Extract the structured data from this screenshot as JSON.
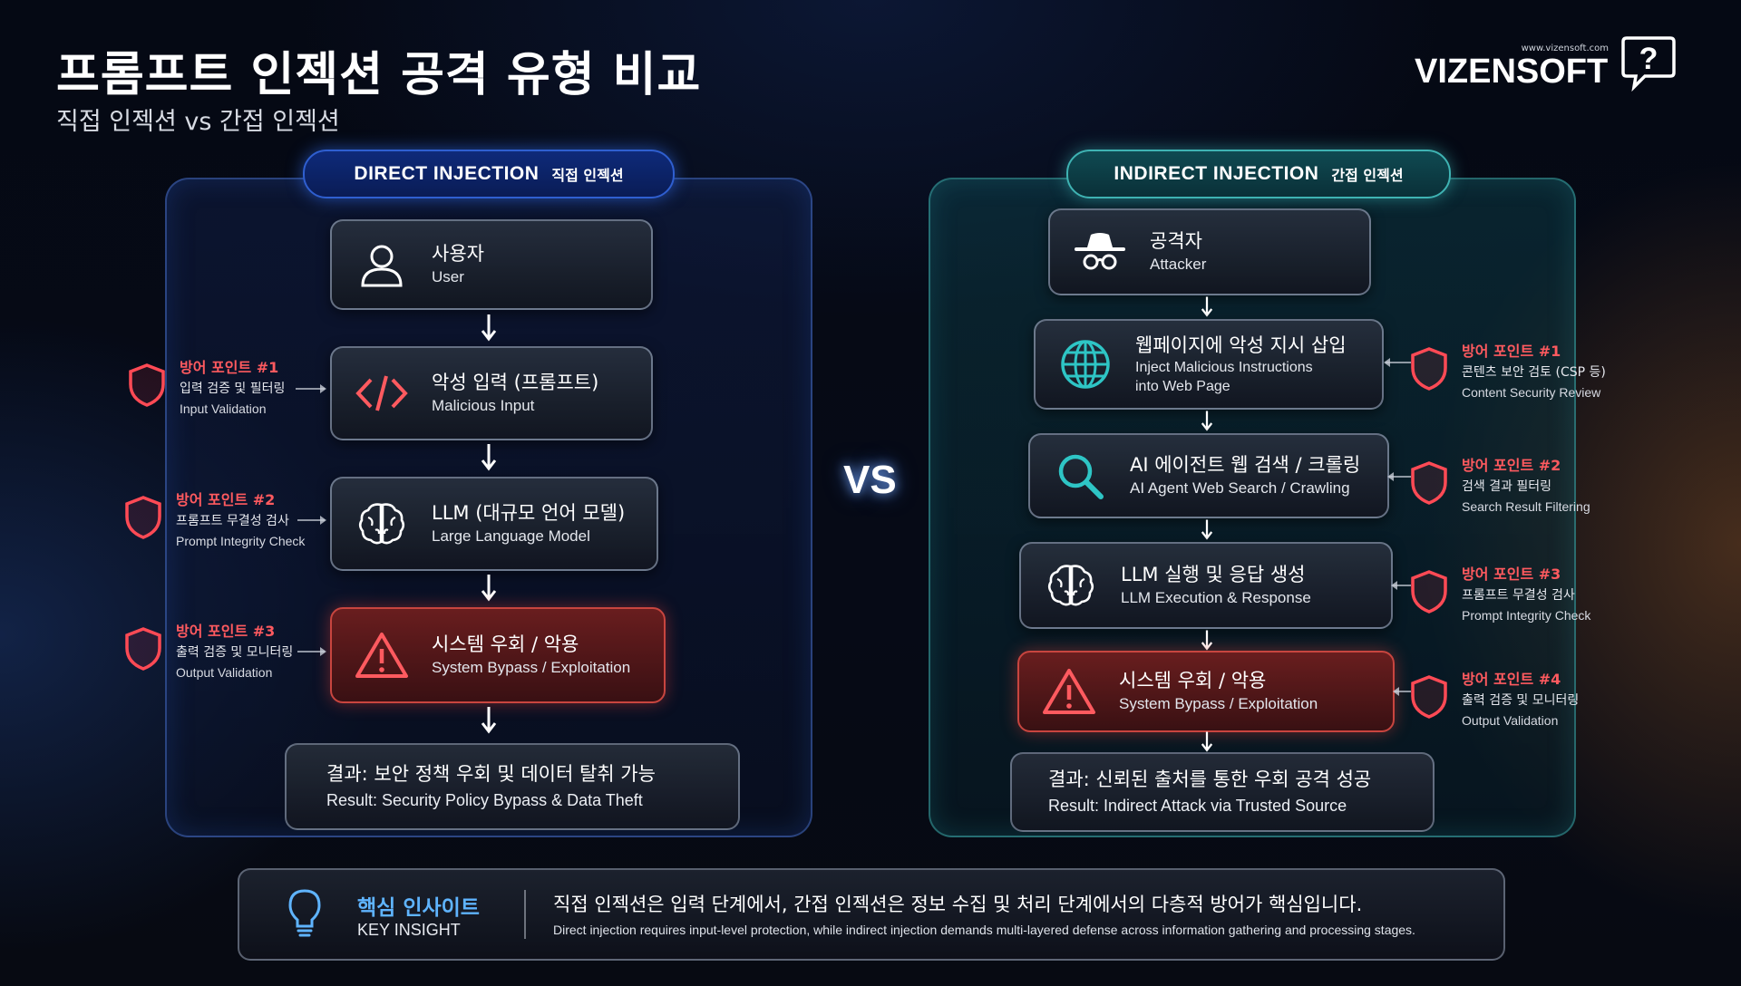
{
  "header": {
    "title": "프롬프트 인젝션 공격 유형 비교",
    "subtitle": "직접 인젝션 vs 간접 인젝션"
  },
  "logo": {
    "url": "www.vizensoft.com",
    "name": "VIZENSOFT",
    "icon": "question-bubble-icon"
  },
  "direct": {
    "title": "DIRECT INJECTION",
    "title_kr": "직접 인젝션",
    "nodes": [
      {
        "kr": "사용자",
        "en": "User",
        "icon": "user-icon"
      },
      {
        "kr": "악성 입력 (프롬프트)",
        "en": "Malicious Input",
        "icon": "code-icon"
      },
      {
        "kr": "LLM (대규모 언어 모델)",
        "en": "Large Language Model",
        "icon": "brain-icon"
      },
      {
        "kr": "시스템 우회 / 악용",
        "en": "System Bypass / Exploitation",
        "icon": "warning-icon"
      }
    ],
    "result": {
      "kr": "결과: 보안 정책 우회 및 데이터 탈취 가능",
      "en": "Result: Security Policy Bypass & Data Theft"
    },
    "defenses": [
      {
        "title": "방어 포인트 #1",
        "kr": "입력 검증 및 필터링",
        "en": "Input Validation"
      },
      {
        "title": "방어 포인트 #2",
        "kr": "프롬프트 무결성 검사",
        "en": "Prompt Integrity Check"
      },
      {
        "title": "방어 포인트 #3",
        "kr": "출력 검증 및 모니터링",
        "en": "Output Validation"
      }
    ]
  },
  "vs": "VS",
  "indirect": {
    "title": "INDIRECT INJECTION",
    "title_kr": "간접 인젝션",
    "nodes": [
      {
        "kr": "공격자",
        "en": "Attacker",
        "icon": "hacker-icon"
      },
      {
        "kr": "웹페이지에 악성 지시 삽입",
        "en": "Inject Malicious Instructions",
        "en2": "into Web Page",
        "icon": "globe-icon"
      },
      {
        "kr": "AI 에이전트 웹 검색 / 크롤링",
        "en": "AI Agent Web Search / Crawling",
        "icon": "search-icon"
      },
      {
        "kr": "LLM 실행 및 응답 생성",
        "en": "LLM Execution & Response",
        "icon": "brain-icon"
      },
      {
        "kr": "시스템 우회 / 악용",
        "en": "System Bypass / Exploitation",
        "icon": "warning-icon"
      }
    ],
    "result": {
      "kr": "결과: 신뢰된 출처를 통한 우회 공격 성공",
      "en": "Result: Indirect Attack via Trusted Source"
    },
    "defenses": [
      {
        "title": "방어 포인트 #1",
        "kr": "콘텐츠 보안 검토 (CSP 등)",
        "en": "Content Security Review"
      },
      {
        "title": "방어 포인트 #2",
        "kr": "검색 결과 필터링",
        "en": "Search Result Filtering"
      },
      {
        "title": "방어 포인트 #3",
        "kr": "프롬프트 무결성 검사",
        "en": "Prompt Integrity Check"
      },
      {
        "title": "방어 포인트 #4",
        "kr": "출력 검증 및 모니터링",
        "en": "Output Validation"
      }
    ]
  },
  "insight": {
    "title_kr": "핵심 인사이트",
    "title_en": "KEY INSIGHT",
    "icon": "lightbulb-icon",
    "main_kr": "직접 인젝션은 입력 단계에서, 간접 인젝션은 정보 수집 및 처리 단계에서의 다층적 방어가 핵심입니다.",
    "main_en": "Direct injection requires input-level protection, while indirect injection demands multi-layered defense across information gathering and processing stages."
  },
  "colors": {
    "accent_blue": "#2f5fd0",
    "accent_teal": "#3fb3b3",
    "danger": "#ff5a5f",
    "insight_title": "#5fb4ff"
  }
}
